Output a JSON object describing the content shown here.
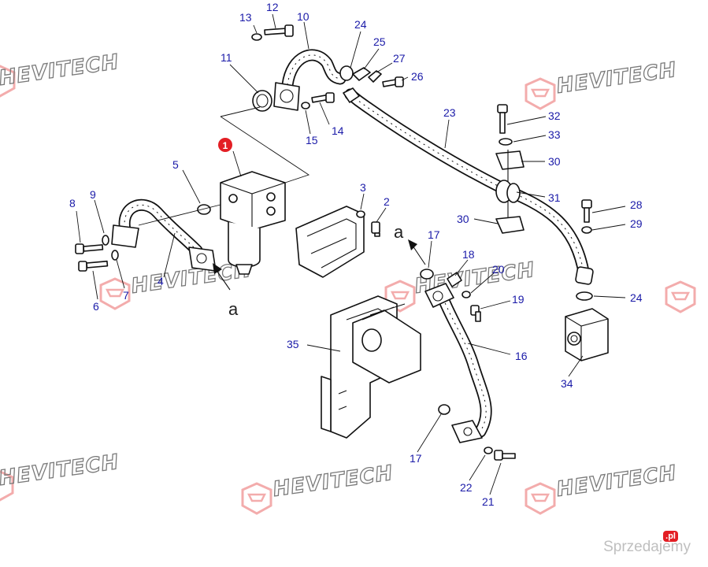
{
  "diagram": {
    "highlight_marker": "1",
    "view_marker": "a",
    "callouts": [
      "2",
      "3",
      "4",
      "5",
      "6",
      "7",
      "8",
      "9",
      "10",
      "11",
      "12",
      "13",
      "14",
      "15",
      "16",
      "17",
      "18",
      "19",
      "20",
      "21",
      "22",
      "23",
      "24",
      "25",
      "26",
      "27",
      "28",
      "29",
      "30",
      "31",
      "32",
      "33",
      "34",
      "35"
    ]
  },
  "watermark": {
    "brand": "HEVITECH"
  },
  "footer": {
    "site": "Sprzedajemy",
    "badge": ".pl"
  },
  "colors": {
    "callout": "#1a1aa8",
    "highlight_marker": "#e31e24",
    "watermark_logo": "#f2a3a3",
    "watermark_text": "#6b6b6b"
  }
}
